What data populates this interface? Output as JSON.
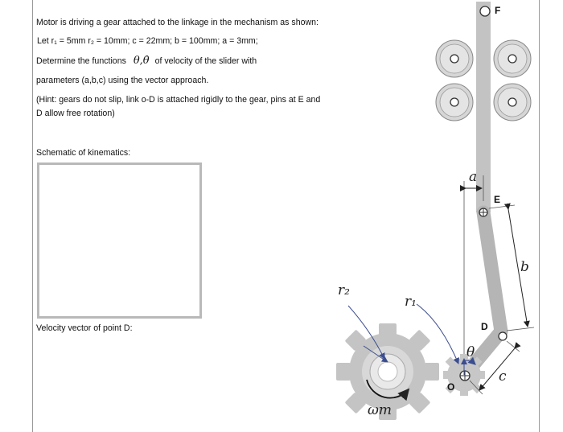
{
  "problem": {
    "line1": "Motor is driving a gear attached to the linkage in the mechanism as shown:",
    "line2": "Let r₁ = 5mm r₂ = 10mm; c = 22mm; b = 100mm; a = 3mm;",
    "line3_pre": "Determine the functions",
    "line3_sym": "θ,θ̇",
    "line3_post": "of velocity of the slider with",
    "line4": "parameters (a,b,c) using the vector approach.",
    "hint1": "(Hint: gears do not slip, link o-D is attached rigidly to the gear, pins at E and",
    "hint2": "D allow free rotation)",
    "schematic_label": "Schematic of kinematics:",
    "velocity_label": "Velocity vector of point D:"
  },
  "figure": {
    "label_F": "F",
    "label_E": "E",
    "label_D": "D",
    "label_O": "O",
    "label_a": "a",
    "label_b": "b",
    "label_c": "c",
    "label_r1": "r₁",
    "label_r2": "r₂",
    "label_theta": "θ",
    "label_omega": "ωm",
    "colors": {
      "slider": "#c3c3c3",
      "link": "#b5b5b5",
      "gear": "#c7c7c7",
      "roller": "#d6d6d6",
      "arrow": "#3b4d8f"
    }
  }
}
